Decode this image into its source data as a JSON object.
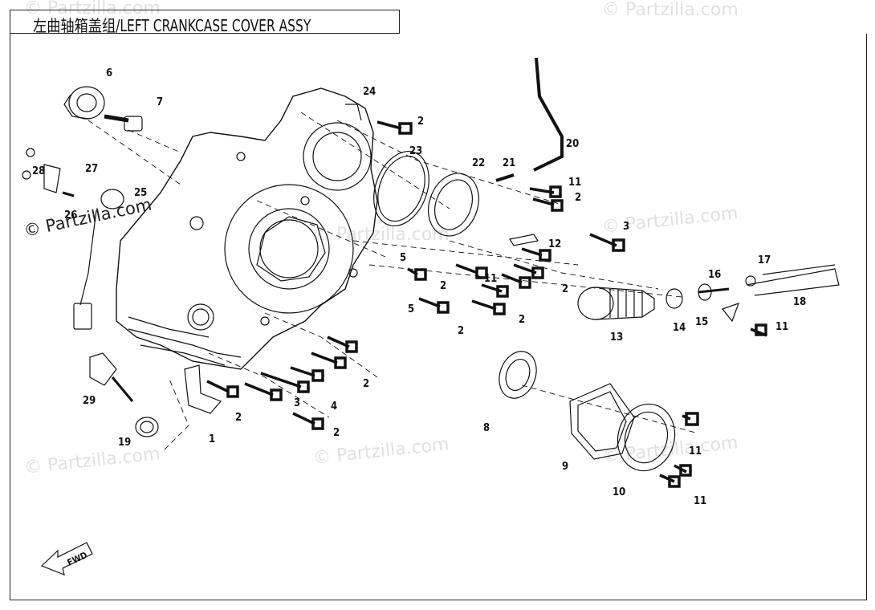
{
  "title": "左曲轴箱盖组/LEFT CRANKCASE COVER ASSY",
  "watermark": "© Partzilla.com",
  "fwd_label": "FWD",
  "callouts": [
    {
      "id": "c-6",
      "label": "6"
    },
    {
      "id": "c-7",
      "label": "7"
    },
    {
      "id": "c-24",
      "label": "24"
    },
    {
      "id": "c-2a",
      "label": "2"
    },
    {
      "id": "c-23",
      "label": "23"
    },
    {
      "id": "c-20",
      "label": "20"
    },
    {
      "id": "c-22",
      "label": "22"
    },
    {
      "id": "c-21",
      "label": "21"
    },
    {
      "id": "c-11a",
      "label": "11"
    },
    {
      "id": "c-2b",
      "label": "2"
    },
    {
      "id": "c-28",
      "label": "28"
    },
    {
      "id": "c-27",
      "label": "27"
    },
    {
      "id": "c-8a",
      "label": "28"
    },
    {
      "id": "c-25",
      "label": "25"
    },
    {
      "id": "c-26",
      "label": "26"
    },
    {
      "id": "c-3a",
      "label": "3"
    },
    {
      "id": "c-12",
      "label": "12"
    },
    {
      "id": "c-5a",
      "label": "5"
    },
    {
      "id": "c-2c",
      "label": "2"
    },
    {
      "id": "c-11b",
      "label": "11"
    },
    {
      "id": "c-2d",
      "label": "2"
    },
    {
      "id": "c-17",
      "label": "17"
    },
    {
      "id": "c-16",
      "label": "16"
    },
    {
      "id": "c-18",
      "label": "18"
    },
    {
      "id": "c-5b",
      "label": "5"
    },
    {
      "id": "c-2e",
      "label": "2"
    },
    {
      "id": "c-2f",
      "label": "2"
    },
    {
      "id": "c-13",
      "label": "13"
    },
    {
      "id": "c-14",
      "label": "14"
    },
    {
      "id": "c-15",
      "label": "15"
    },
    {
      "id": "c-11c",
      "label": "11"
    },
    {
      "id": "c-2g",
      "label": "2"
    },
    {
      "id": "c-29",
      "label": "29"
    },
    {
      "id": "c-3b",
      "label": "3"
    },
    {
      "id": "c-4",
      "label": "4"
    },
    {
      "id": "c-2h",
      "label": "2"
    },
    {
      "id": "c-2i",
      "label": "2"
    },
    {
      "id": "c-8",
      "label": "8"
    },
    {
      "id": "c-19",
      "label": "19"
    },
    {
      "id": "c-1",
      "label": "1"
    },
    {
      "id": "c-11d",
      "label": "11"
    },
    {
      "id": "c-9",
      "label": "9"
    },
    {
      "id": "c-10",
      "label": "10"
    },
    {
      "id": "c-11e",
      "label": "11"
    }
  ]
}
